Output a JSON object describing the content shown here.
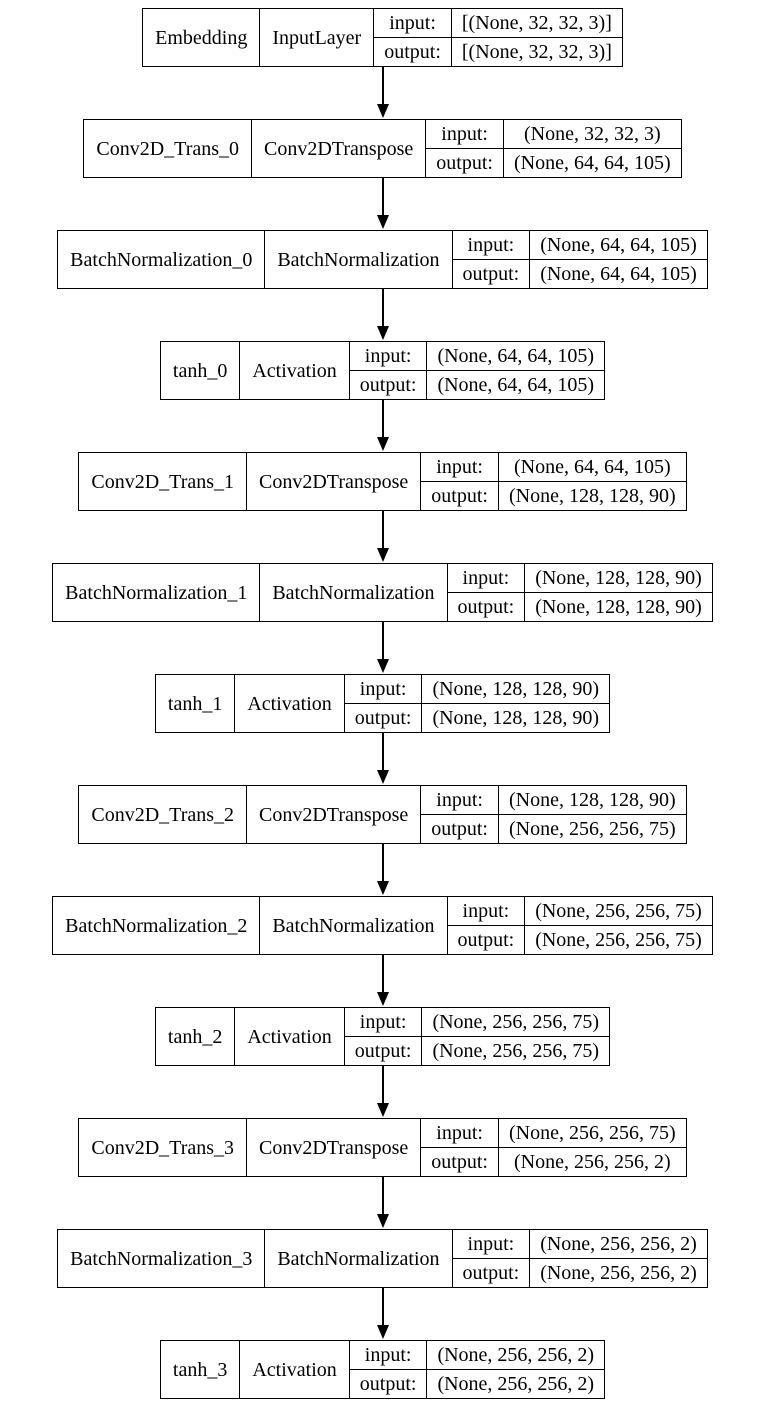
{
  "diagram": {
    "kind": "keras-model-architecture",
    "labels": {
      "input": "input:",
      "output": "output:"
    },
    "colors": {
      "border": "#000000",
      "background": "#ffffff",
      "text": "#000000"
    },
    "nodes": [
      {
        "name": "Embedding",
        "layer_type": "InputLayer",
        "input_shape": "[(None, 32, 32, 3)]",
        "output_shape": "[(None, 32, 32, 3)]"
      },
      {
        "name": "Conv2D_Trans_0",
        "layer_type": "Conv2DTranspose",
        "input_shape": "(None, 32, 32, 3)",
        "output_shape": "(None, 64, 64, 105)"
      },
      {
        "name": "BatchNormalization_0",
        "layer_type": "BatchNormalization",
        "input_shape": "(None, 64, 64, 105)",
        "output_shape": "(None, 64, 64, 105)"
      },
      {
        "name": "tanh_0",
        "layer_type": "Activation",
        "input_shape": "(None, 64, 64, 105)",
        "output_shape": "(None, 64, 64, 105)"
      },
      {
        "name": "Conv2D_Trans_1",
        "layer_type": "Conv2DTranspose",
        "input_shape": "(None, 64, 64, 105)",
        "output_shape": "(None, 128, 128, 90)"
      },
      {
        "name": "BatchNormalization_1",
        "layer_type": "BatchNormalization",
        "input_shape": "(None, 128, 128, 90)",
        "output_shape": "(None, 128, 128, 90)"
      },
      {
        "name": "tanh_1",
        "layer_type": "Activation",
        "input_shape": "(None, 128, 128, 90)",
        "output_shape": "(None, 128, 128, 90)"
      },
      {
        "name": "Conv2D_Trans_2",
        "layer_type": "Conv2DTranspose",
        "input_shape": "(None, 128, 128, 90)",
        "output_shape": "(None, 256, 256, 75)"
      },
      {
        "name": "BatchNormalization_2",
        "layer_type": "BatchNormalization",
        "input_shape": "(None, 256, 256, 75)",
        "output_shape": "(None, 256, 256, 75)"
      },
      {
        "name": "tanh_2",
        "layer_type": "Activation",
        "input_shape": "(None, 256, 256, 75)",
        "output_shape": "(None, 256, 256, 75)"
      },
      {
        "name": "Conv2D_Trans_3",
        "layer_type": "Conv2DTranspose",
        "input_shape": "(None, 256, 256, 75)",
        "output_shape": "(None, 256, 256, 2)"
      },
      {
        "name": "BatchNormalization_3",
        "layer_type": "BatchNormalization",
        "input_shape": "(None, 256, 256, 2)",
        "output_shape": "(None, 256, 256, 2)"
      },
      {
        "name": "tanh_3",
        "layer_type": "Activation",
        "input_shape": "(None, 256, 256, 2)",
        "output_shape": "(None, 256, 256, 2)"
      }
    ]
  }
}
